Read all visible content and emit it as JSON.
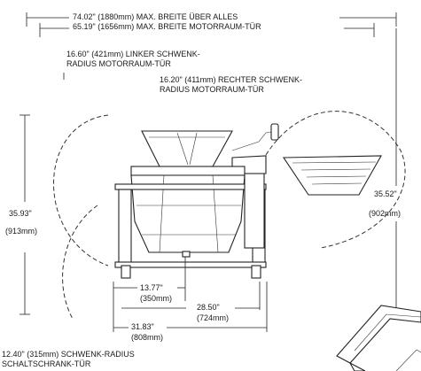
{
  "dimensions": {
    "overall_width": {
      "line1": "74.02\" (1880mm) MAX. BREITE ÜBER ALLES",
      "line2": "65.19\" (1656mm) MAX. BREITE MOTORRAUM-TÜR"
    },
    "left_swing": {
      "line1": "16.60\" (421mm) LINKER SCHWENK-",
      "line2": "RADIUS MOTORRAUM-TÜR"
    },
    "right_swing": {
      "line1": "16.20\" (411mm) RECHTER SCHWENK-",
      "line2": "RADIUS MOTORRAUM-TÜR"
    },
    "right_height": {
      "line1": "35.52\"",
      "line2": "(902mm)"
    },
    "left_height": {
      "line1": "35.93\"",
      "line2": "(913mm)"
    },
    "d1": {
      "line1": "13.77\"",
      "line2": "(350mm)"
    },
    "d2": {
      "line1": "28.50\"",
      "line2": "(724mm)"
    },
    "d3": {
      "line1": "31.83\"",
      "line2": "(808mm)"
    },
    "cabinet_swing": {
      "line1": "12.40\" (315mm) SCHWENK-RADIUS",
      "line2": "SCHALTSCHRANK-TÜR"
    }
  }
}
